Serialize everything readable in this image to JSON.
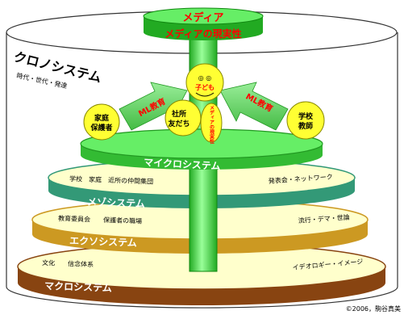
{
  "media": {
    "title": "メディア",
    "subtitle": "メディアの現実性"
  },
  "chrono": {
    "label": "クロノシステム",
    "sub": "時代・世代・発達"
  },
  "child": {
    "face": "◎ ◎",
    "label": "子ども"
  },
  "arrows": {
    "left": "ML教育",
    "right": "ML教育"
  },
  "circles": {
    "family": [
      "家庭",
      "保護者"
    ],
    "friends": [
      "社所",
      "友だち"
    ],
    "media_reality": "メディアの現実性",
    "teacher": [
      "学校",
      "教師"
    ]
  },
  "micro": {
    "label": "マイクロシステム"
  },
  "meso": {
    "label": "メゾシステム",
    "left": "学校　家庭　近所の仲間集団",
    "right": "発表会・ネットワーク"
  },
  "exo": {
    "label": "エクソシステム",
    "left": "教育委員会　　保護者の職場",
    "right": "流行・デマ・世論"
  },
  "macro": {
    "label": "マクロシステム",
    "left": "文化　　信念体系",
    "right": "イデオロギー・イメージ"
  },
  "copyright": "©2006，駒谷真美",
  "colors": {
    "green": "#33cc33",
    "teal": "#339977",
    "gold": "#cc9922",
    "brown": "#884411",
    "yellow": "#ffff33",
    "red": "#ff0000",
    "disc": "#ffffcc"
  }
}
